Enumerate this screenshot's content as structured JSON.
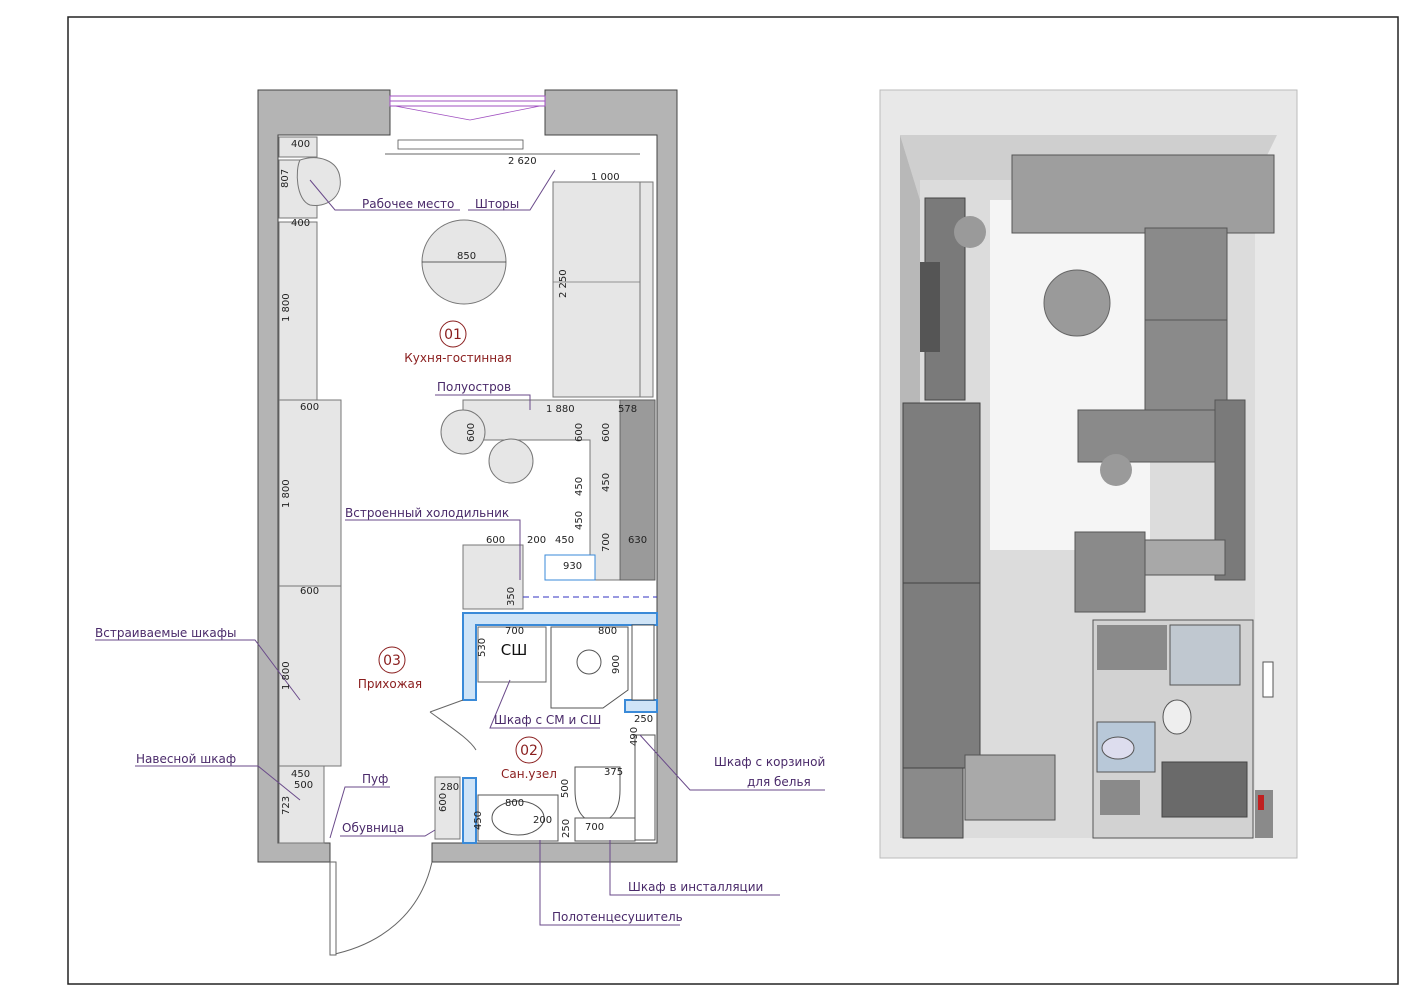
{
  "rooms": {
    "r01": {
      "num": "01",
      "name": "Кухня-гостинная"
    },
    "r02": {
      "num": "02",
      "name": "Сан.узел"
    },
    "r03": {
      "num": "03",
      "name": "Прихожая"
    }
  },
  "labels": {
    "workplace": "Рабочее место",
    "curtains": "Шторы",
    "peninsula": "Полуостров",
    "fridge": "Встроенный холодильник",
    "wardrobes": "Встраиваемые шкафы",
    "hanging": "Навесной шкаф",
    "pouf": "Пуф",
    "shoe": "Обувница",
    "wm_cabinet": "Шкаф с СМ и СШ",
    "laundry_1": "Шкаф с корзиной",
    "laundry_2": "для белья",
    "install": "Шкаф в инсталляции",
    "towel": "Полотенцесушитель",
    "sh": "СШ"
  },
  "dims": {
    "d400a": "400",
    "d807": "807",
    "d2620": "2 620",
    "d1000": "1 000",
    "d400b": "400",
    "d850": "850",
    "d2250": "2 250",
    "d1800a": "1 800",
    "d600a": "600",
    "d1880": "1 880",
    "d578": "578",
    "d600b": "600",
    "d600c": "600",
    "d600d": "600",
    "d1800b": "1 800",
    "d450a": "450",
    "d450b": "450",
    "d450c": "450",
    "d600e": "600",
    "d200a": "200",
    "d450d": "450",
    "d700a": "700",
    "d630": "630",
    "d930": "930",
    "d350": "350",
    "d600f": "600",
    "d700b": "700",
    "d800a": "800",
    "d530": "530",
    "d900": "900",
    "d1800c": "1 800",
    "d250a": "250",
    "d490": "490",
    "d450e": "450",
    "d500a": "500",
    "d375": "375",
    "d723": "723",
    "d280": "280",
    "d800b": "800",
    "d500b": "500",
    "d600g": "600",
    "d450f": "450",
    "d200b": "200",
    "d250b": "250",
    "d700c": "700"
  },
  "colors": {
    "wall": "#b4b4b4",
    "bath_wall": "#3a8ad8",
    "accent_text": "#8a1e1e",
    "label_text": "#4a2a6a"
  }
}
